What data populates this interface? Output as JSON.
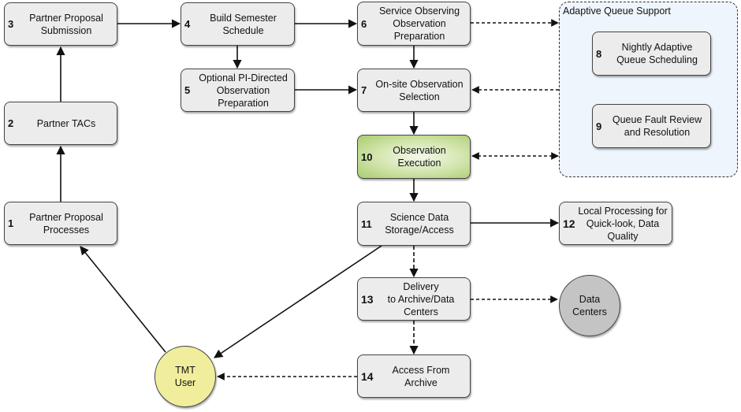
{
  "colors": {
    "box_fill": "#ececec",
    "execution_fill": "#b8d585",
    "user_fill": "#f0ee9c",
    "data_centers_fill": "#c4c4c4",
    "group_fill": "#eef5fd",
    "line": "#111111"
  },
  "group": {
    "title": "Adaptive Queue Support"
  },
  "nodes": {
    "n1": {
      "number": "1",
      "label": "Partner Proposal\nProcesses"
    },
    "n2": {
      "number": "2",
      "label": "Partner TACs"
    },
    "n3": {
      "number": "3",
      "label": "Partner Proposal\nSubmission"
    },
    "n4": {
      "number": "4",
      "label": "Build Semester\nSchedule"
    },
    "n5": {
      "number": "5",
      "label": "Optional PI-Directed\nObservation\nPreparation"
    },
    "n6": {
      "number": "6",
      "label": "Service Observing\nObservation\nPreparation"
    },
    "n7": {
      "number": "7",
      "label": "On-site Observation\nSelection"
    },
    "n8": {
      "number": "8",
      "label": "Nightly Adaptive\nQueue Scheduling"
    },
    "n9": {
      "number": "9",
      "label": "Queue Fault Review\nand Resolution"
    },
    "n10": {
      "number": "10",
      "label": "Observation\nExecution"
    },
    "n11": {
      "number": "11",
      "label": "Science Data\nStorage/Access"
    },
    "n12": {
      "number": "12",
      "label": "Local Processing for\nQuick-look, Data\nQuality"
    },
    "n13": {
      "number": "13",
      "label": "Delivery\nto Archive/Data\nCenters"
    },
    "n14": {
      "number": "14",
      "label": "Access From\nArchive"
    },
    "user": {
      "label": "TMT\nUser"
    },
    "datacenters": {
      "label": "Data\nCenters"
    }
  },
  "edges": [
    {
      "from": "1",
      "to": "2",
      "style": "solid"
    },
    {
      "from": "2",
      "to": "3",
      "style": "solid"
    },
    {
      "from": "3",
      "to": "4",
      "style": "solid"
    },
    {
      "from": "4",
      "to": "5",
      "style": "solid"
    },
    {
      "from": "4",
      "to": "6",
      "style": "solid"
    },
    {
      "from": "5",
      "to": "7",
      "style": "solid"
    },
    {
      "from": "6",
      "to": "7",
      "style": "solid"
    },
    {
      "from": "6",
      "to": "Adaptive Queue Support",
      "style": "dashed"
    },
    {
      "from": "Adaptive Queue Support",
      "to": "7",
      "style": "dashed"
    },
    {
      "from": "7",
      "to": "10",
      "style": "solid"
    },
    {
      "from": "10",
      "to": "Adaptive Queue Support",
      "style": "dashed-bidirectional"
    },
    {
      "from": "10",
      "to": "11",
      "style": "solid"
    },
    {
      "from": "11",
      "to": "12",
      "style": "solid"
    },
    {
      "from": "11",
      "to": "13",
      "style": "dashed"
    },
    {
      "from": "11",
      "to": "TMT User",
      "style": "solid"
    },
    {
      "from": "13",
      "to": "Data Centers",
      "style": "dashed"
    },
    {
      "from": "13",
      "to": "14",
      "style": "dashed"
    },
    {
      "from": "14",
      "to": "TMT User",
      "style": "dashed"
    },
    {
      "from": "TMT User",
      "to": "1",
      "style": "solid"
    }
  ]
}
